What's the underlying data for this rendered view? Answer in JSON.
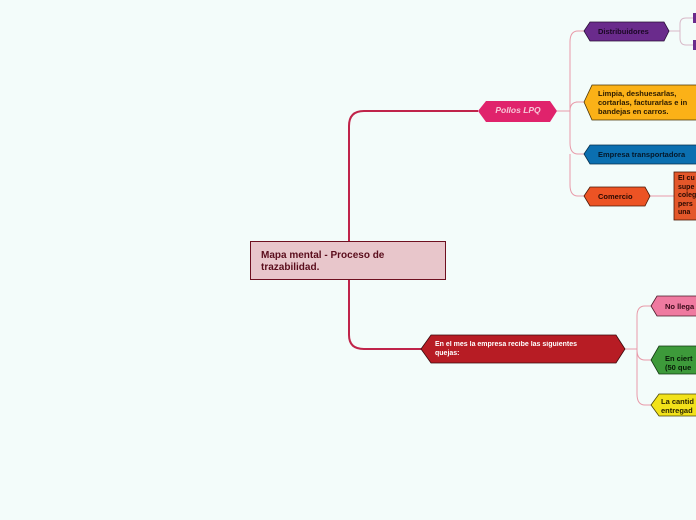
{
  "central": {
    "label": "Mapa mental - Proceso de\ntrazabilidad."
  },
  "branches": {
    "pollos": {
      "label": "Pollos LPQ",
      "color": "#e0236c"
    },
    "quejas": {
      "label": "En el mes la empresa recibe las siguientes\nquejas:",
      "color": "#b71c24"
    }
  },
  "pollos_children": {
    "distribuidores": {
      "label": "Distribuidores",
      "color": "#6a2b8c"
    },
    "limpia": {
      "label": "Limpia, deshuesarlas,\ncortarlas, facturarlas e in\nbandejas en carros.",
      "color": "#fbb117"
    },
    "empresa": {
      "label": "Empresa transportadora",
      "color": "#0b6fb0"
    },
    "comercio": {
      "label": "Comercio",
      "color": "#ec5324"
    }
  },
  "comercio_detail": {
    "label": "El cu\nsupe\ncoleg\npers\nuna",
    "color": "#e4572a"
  },
  "quejas_children": {
    "no_llega": {
      "label": "No llega",
      "color": "#ef7aa0"
    },
    "en_ciert": {
      "label": "En ciert\n(50 que",
      "color": "#3d9a3a"
    },
    "la_cantid": {
      "label": "La cantid\nentregad",
      "color": "#f2e21a"
    }
  },
  "colors": {
    "background": "#f3fcfa",
    "connector_main": "#c0244a",
    "connector_pollos": "#e89aa9",
    "connector_quejas": "#e89aa9"
  }
}
